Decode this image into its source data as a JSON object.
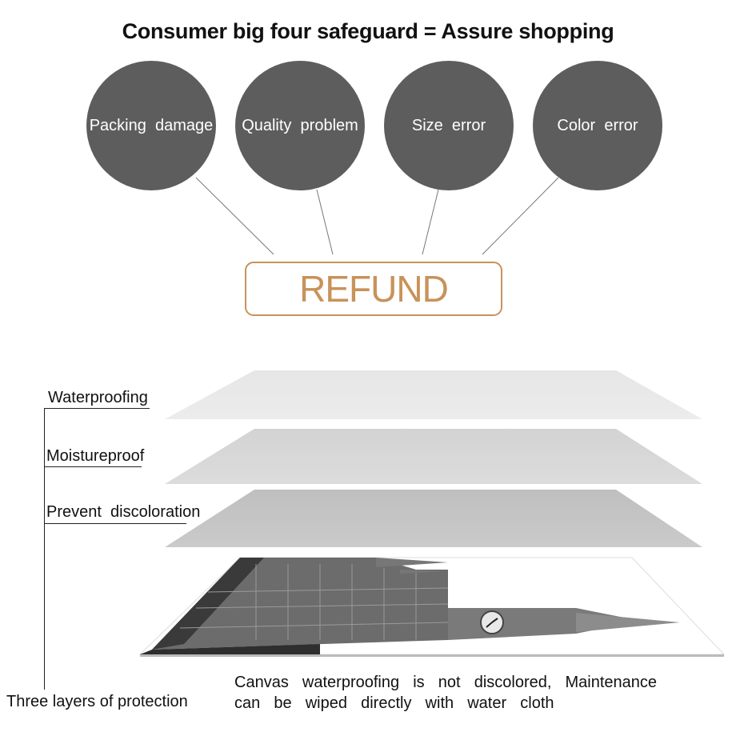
{
  "header": {
    "title": "Consumer big four safeguard = Assure shopping"
  },
  "safeguards": [
    {
      "label": "Packing  damage"
    },
    {
      "label": "Quality  problem"
    },
    {
      "label": "Size  error"
    },
    {
      "label": "Color  error"
    }
  ],
  "refund": {
    "label": "REFUND"
  },
  "protection": {
    "layers": [
      {
        "label": "Waterproofing"
      },
      {
        "label": "Moistureproof"
      },
      {
        "label": "Prevent  discoloration"
      }
    ],
    "summary_label": "Three layers of protection",
    "caption_line1": "Canvas  waterproofing  is  not  discolored,  Maintenance",
    "caption_line2": "can  be  wiped  directly  with  water  cloth"
  },
  "colors": {
    "circle_fill": "#5d5d5d",
    "refund_accent": "#c8925a",
    "layer_top": "#e9e9e9",
    "layer_mid": "#d8d8d8",
    "layer_low": "#c6c6c6"
  }
}
